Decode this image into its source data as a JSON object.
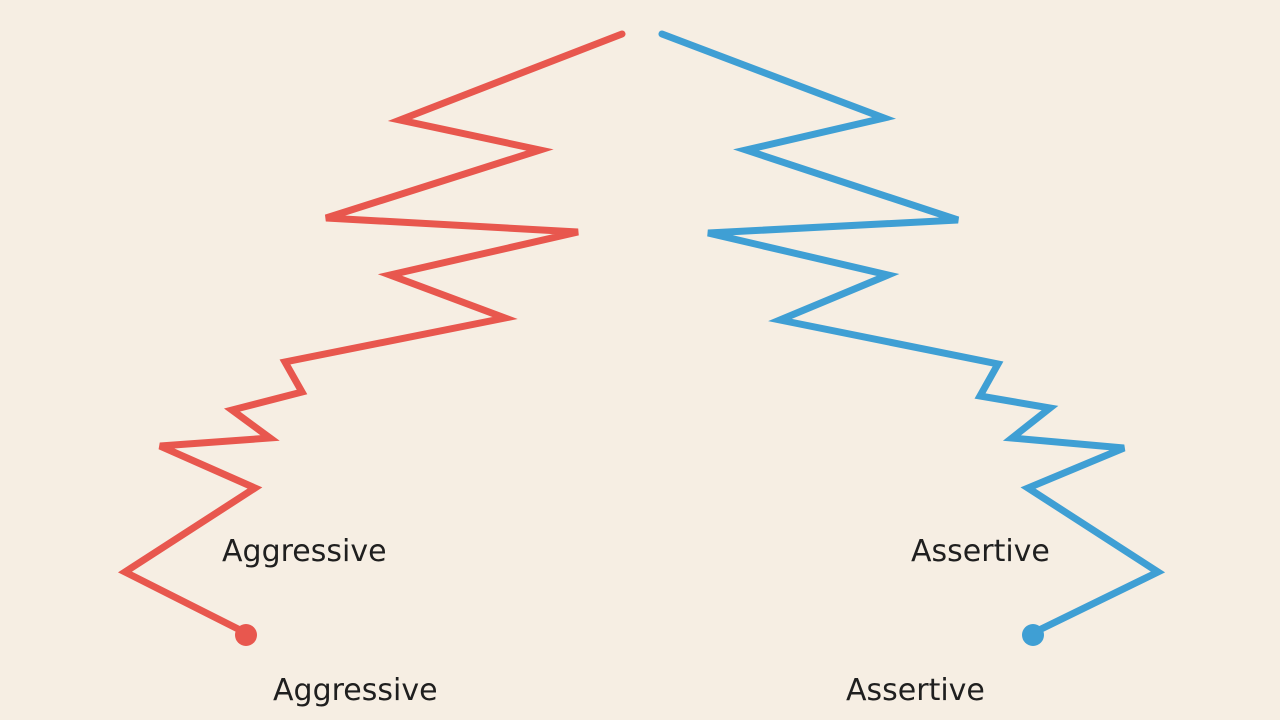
{
  "colors": {
    "background": "#f6eee3",
    "aggressive": "#e8574e",
    "assertive": "#3f9fd4",
    "text": "#1f1f1f"
  },
  "labels": {
    "aggressive_inner": "Aggressive",
    "assertive_inner": "Assertive",
    "aggressive_bottom": "Aggressive",
    "assertive_bottom": "Assertive"
  }
}
